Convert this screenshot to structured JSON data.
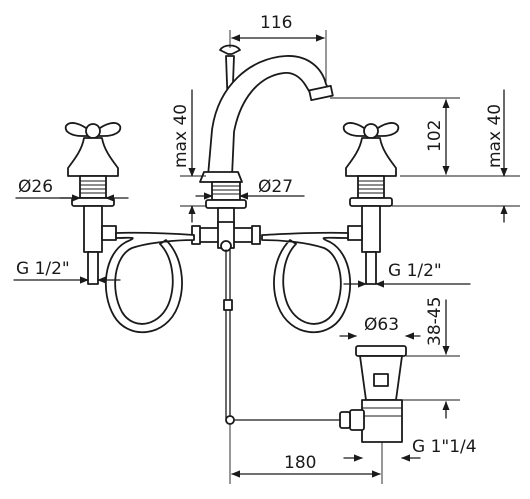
{
  "dimensions": {
    "spout_reach": "116",
    "max_left": "max 40",
    "max_right": "max 40",
    "spout_height": "102",
    "dia_handle_base": "Ø26",
    "dia_spout_base": "Ø27",
    "thread_left": "G 1/2\"",
    "thread_right": "G 1/2\"",
    "dia_drain": "Ø63",
    "drain_adjust": "38-45",
    "drain_offset": "180",
    "drain_thread": "G 1\"1/4"
  },
  "colors": {
    "line": "#1a1a1a",
    "background": "#ffffff"
  }
}
